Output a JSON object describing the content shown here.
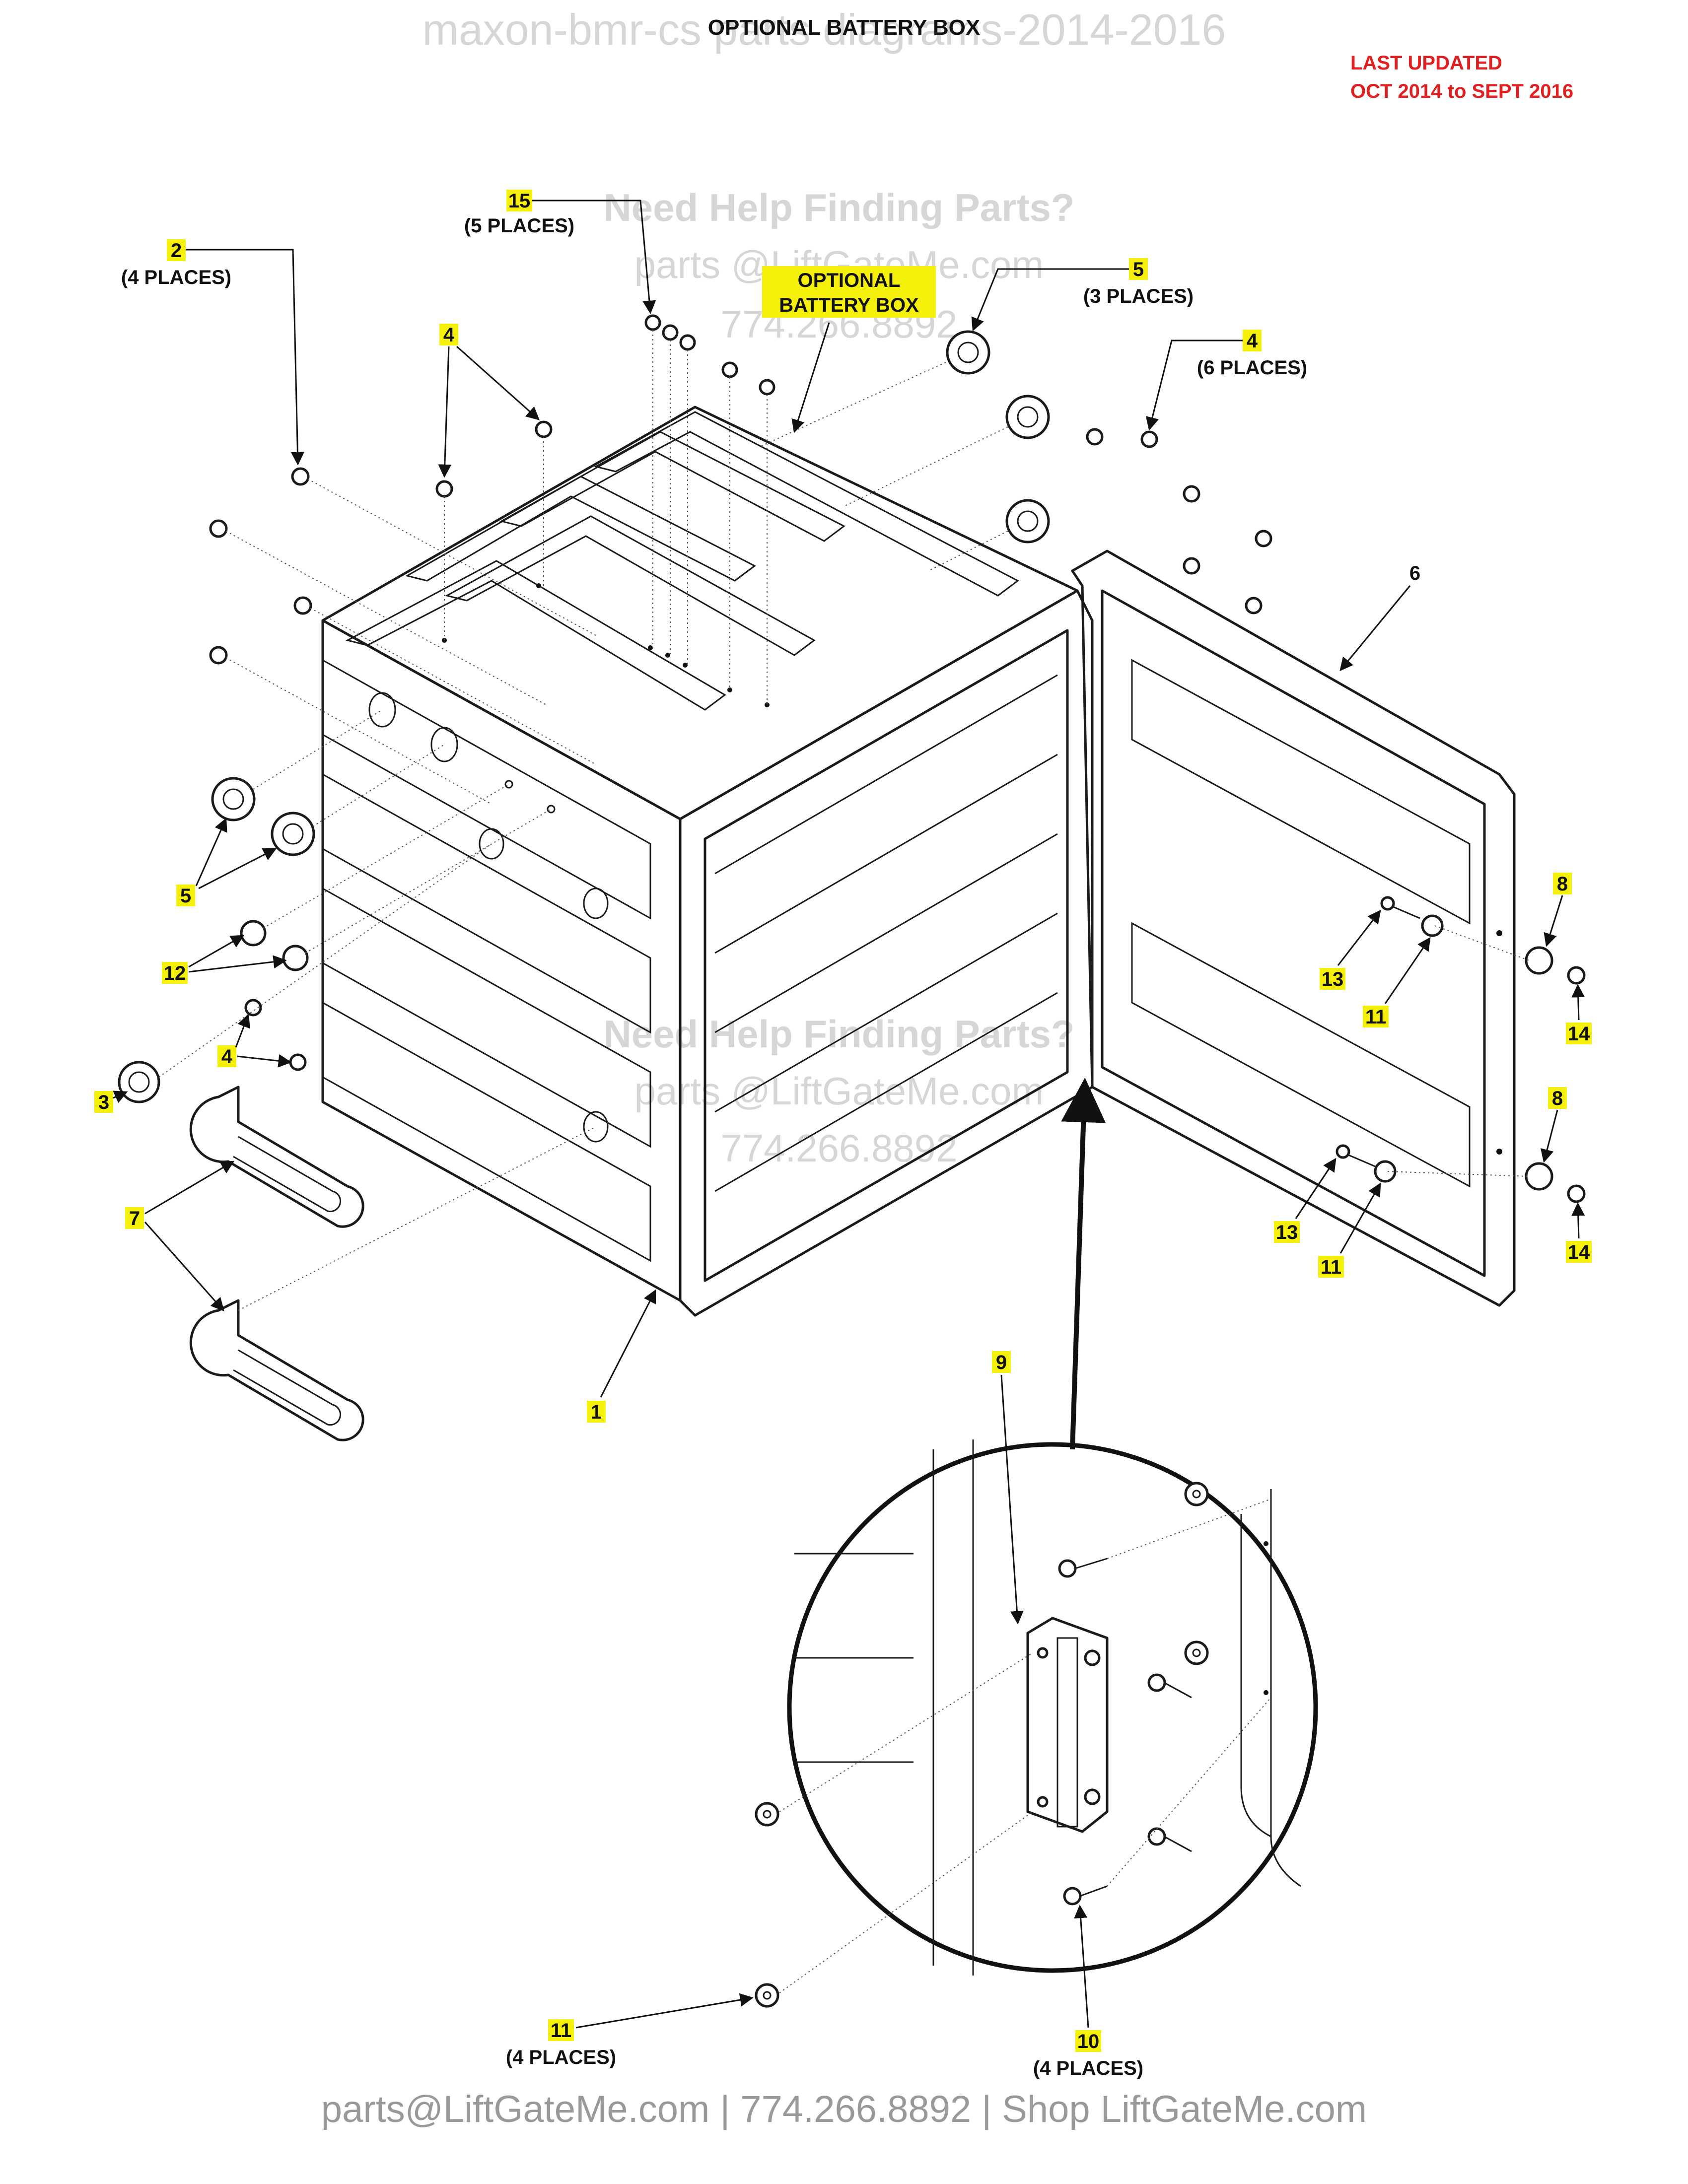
{
  "header": {
    "watermark_top": "maxon-bmr-cs parts diagrams-2014-2016",
    "title": "OPTIONAL BATTERY BOX",
    "last_updated_line1": "LAST UPDATED",
    "last_updated_line2": "OCT 2014 to SEPT 2016"
  },
  "watermark": {
    "help": "Need Help Finding Parts?",
    "email": "parts @LiftGateMe.com",
    "phone": "774.266.8892"
  },
  "assembly_label": {
    "line1": "OPTIONAL",
    "line2": "BATTERY BOX"
  },
  "callouts": [
    {
      "id": "c15",
      "num": "15",
      "places": "(5 PLACES)",
      "highlight": true
    },
    {
      "id": "c2",
      "num": "2",
      "places": "(4 PLACES)",
      "highlight": true
    },
    {
      "id": "c5top",
      "num": "5",
      "places": "(3 PLACES)",
      "highlight": true
    },
    {
      "id": "c4topleft",
      "num": "4",
      "places": "",
      "highlight": true
    },
    {
      "id": "c4topright",
      "num": "4",
      "places": "(6 PLACES)",
      "highlight": true
    },
    {
      "id": "c6",
      "num": "6",
      "places": "",
      "highlight": false
    },
    {
      "id": "c5left",
      "num": "5",
      "places": "",
      "highlight": true
    },
    {
      "id": "c12",
      "num": "12",
      "places": "",
      "highlight": true
    },
    {
      "id": "c4left",
      "num": "4",
      "places": "",
      "highlight": true
    },
    {
      "id": "c3",
      "num": "3",
      "places": "",
      "highlight": true
    },
    {
      "id": "c7",
      "num": "7",
      "places": "",
      "highlight": true
    },
    {
      "id": "c1",
      "num": "1",
      "places": "",
      "highlight": true
    },
    {
      "id": "c8a",
      "num": "8",
      "places": "",
      "highlight": true
    },
    {
      "id": "c13a",
      "num": "13",
      "places": "",
      "highlight": true
    },
    {
      "id": "c11a",
      "num": "11",
      "places": "",
      "highlight": true
    },
    {
      "id": "c14a",
      "num": "14",
      "places": "",
      "highlight": true
    },
    {
      "id": "c8b",
      "num": "8",
      "places": "",
      "highlight": true
    },
    {
      "id": "c13b",
      "num": "13",
      "places": "",
      "highlight": true
    },
    {
      "id": "c11b",
      "num": "11",
      "places": "",
      "highlight": true
    },
    {
      "id": "c14b",
      "num": "14",
      "places": "",
      "highlight": true
    },
    {
      "id": "c9",
      "num": "9",
      "places": "",
      "highlight": true
    },
    {
      "id": "c11bottom",
      "num": "11",
      "places": "(4 PLACES)",
      "highlight": true
    },
    {
      "id": "c10",
      "num": "10",
      "places": "(4 PLACES)",
      "highlight": true
    }
  ],
  "footer": {
    "text": "parts@LiftGateMe.com | 774.266.8892 | Shop LiftGateMe.com"
  }
}
